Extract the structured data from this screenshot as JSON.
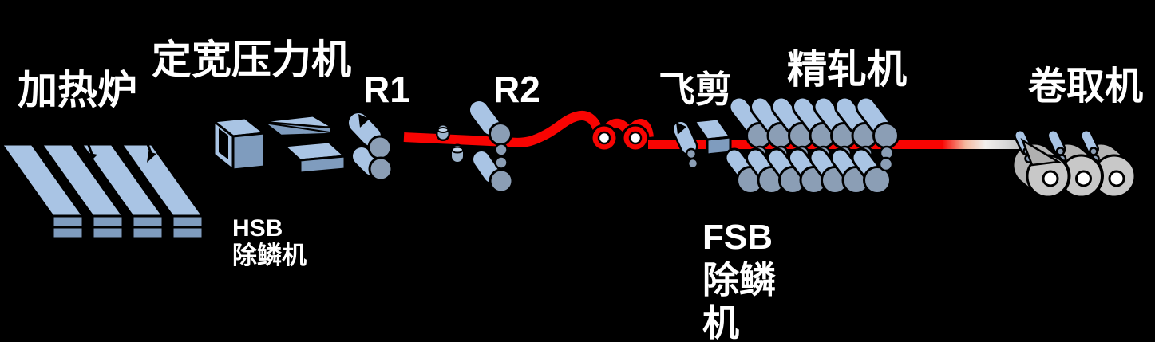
{
  "diagram": {
    "type": "process-flow",
    "subject": "hot strip rolling mill line",
    "background": "#000000",
    "colors": {
      "machine_light_blue": "#a9c4e4",
      "machine_mid_blue": "#7f9cbe",
      "roll_gray_blue": "#8b9eb5",
      "hot_strip_red": "#f80402",
      "cooled_strip_gray": "#c0c0c0",
      "coiler_gray": "#b5b5b5",
      "outline": "#000000",
      "label_text": "#ffffff"
    },
    "labels": {
      "heating_furnace": "加热炉",
      "sizing_press": "定宽压力机",
      "hsb": [
        "HSB",
        "除鳞机"
      ],
      "r1": "R1",
      "r2": "R2",
      "flying_shear": "飞剪",
      "fsb": [
        "FSB",
        "除鳞",
        "机"
      ],
      "finishing_mill": "精轧机",
      "coiler": "卷取机"
    },
    "counts": {
      "furnace_slabs": 4,
      "roughing_stands": 2,
      "coil_box_coils": 2,
      "finishing_mill_stands": 7,
      "down_coilers": 3
    }
  }
}
